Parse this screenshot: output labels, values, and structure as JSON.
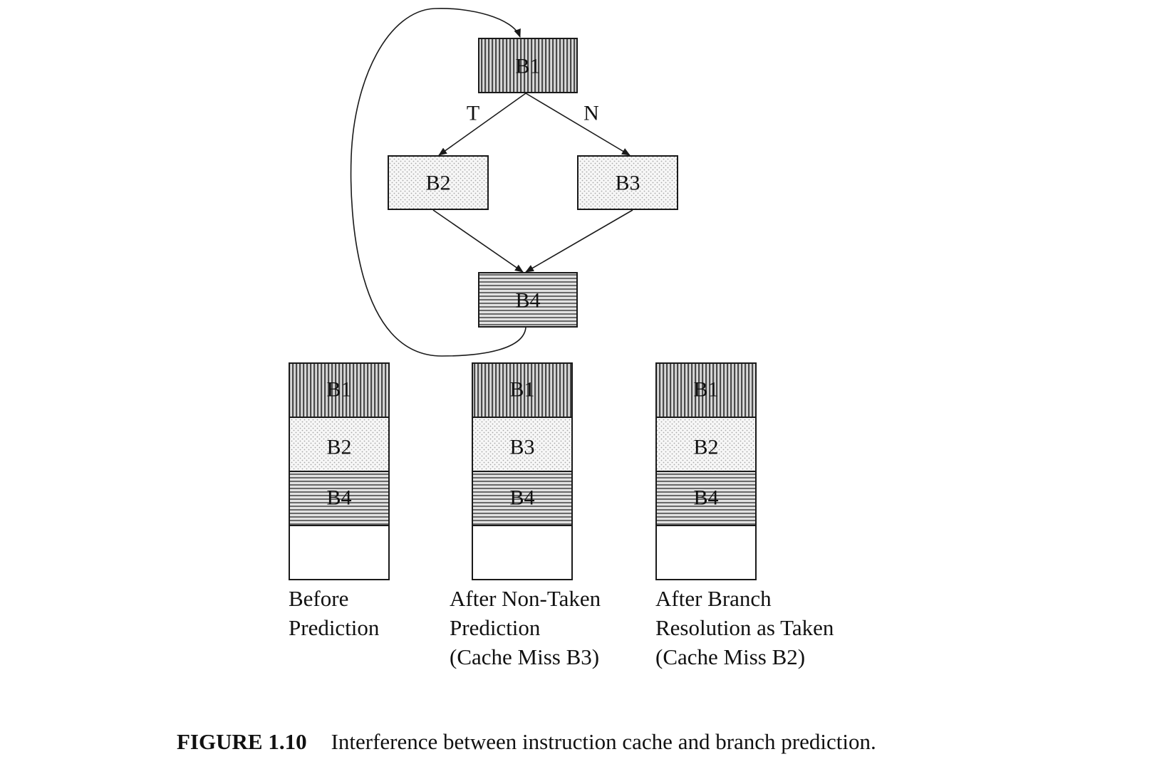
{
  "cfg": {
    "b1": "B1",
    "b2": "B2",
    "b3": "B3",
    "b4": "B4",
    "taken_label": "T",
    "not_taken_label": "N"
  },
  "caches": [
    {
      "slots": [
        "B1",
        "B2",
        "B4",
        ""
      ],
      "caption": [
        "Before",
        "Prediction"
      ]
    },
    {
      "slots": [
        "B1",
        "B3",
        "B4",
        ""
      ],
      "caption": [
        "After Non-Taken",
        "Prediction",
        "(Cache Miss B3)"
      ]
    },
    {
      "slots": [
        "B1",
        "B2",
        "B4",
        ""
      ],
      "caption": [
        "After Branch",
        "Resolution as Taken",
        "(Cache Miss B2)"
      ]
    }
  ],
  "figure_caption": {
    "number": "FIGURE 1.10",
    "text": "Interference between instruction cache and branch prediction."
  }
}
